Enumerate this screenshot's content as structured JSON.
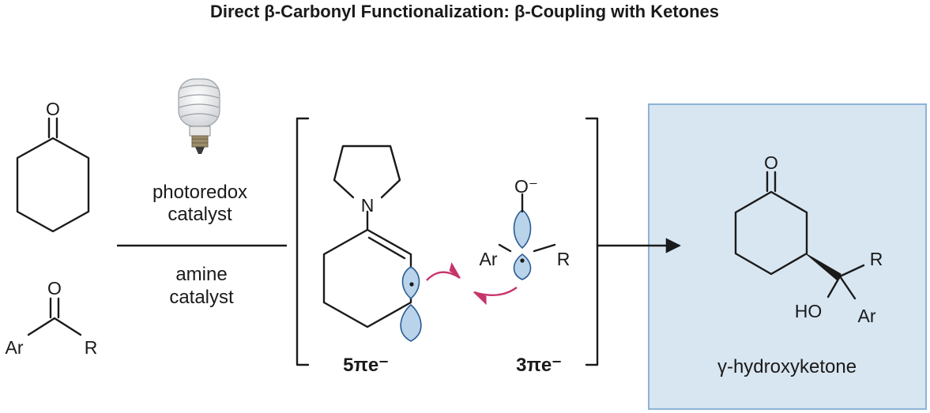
{
  "title": "Direct β-Carbonyl Functionalization:  β-Coupling with Ketones",
  "conditions": {
    "above_line_1": "photoredox",
    "above_line_2": "catalyst",
    "below_line_1": "amine",
    "below_line_2": "catalyst"
  },
  "reactant_ketone": {
    "oxygen": "O"
  },
  "reactant_aryl_ketone": {
    "oxygen": "O",
    "left": "Ar",
    "right": "R"
  },
  "intermediate_enamine": {
    "nitrogen": "N",
    "electron_count": "5πe⁻"
  },
  "intermediate_ketyl": {
    "oxygen": "O⁻",
    "left": "Ar",
    "right": "R",
    "electron_count": "3πe⁻"
  },
  "product": {
    "oxygen": "O",
    "r_group": "R",
    "hydroxyl": "HO",
    "aryl": "Ar",
    "label": "γ-hydroxyketone"
  },
  "colors": {
    "orbital": "#b9d3ea",
    "orbital_stroke": "#2a5c93",
    "electron_arrow": "#c8336a",
    "product_box_fill": "#d8e6f1",
    "product_box_stroke": "#8db3d6"
  }
}
